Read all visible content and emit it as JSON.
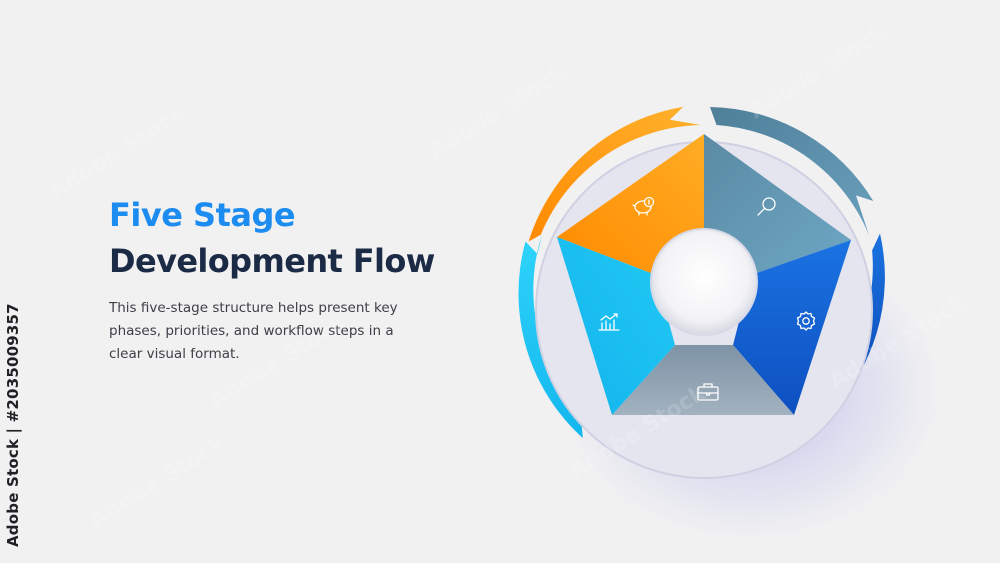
{
  "title": {
    "line1": "Five Stage",
    "line2": "Development Flow"
  },
  "description": "This five-stage structure helps present key phases, priorities, and workflow steps in a clear visual format.",
  "credit": "Adobe Stock | #2035009357",
  "watermark": "Adobe Stock",
  "colors": {
    "background": "#f1f1f2",
    "title_accent": "#1c8cf0",
    "title_dark": "#1b2a45"
  },
  "stages": [
    {
      "icon": "piggy-bank-icon",
      "color": "#ff9f14"
    },
    {
      "icon": "magnifier-icon",
      "color": "#5e93b0"
    },
    {
      "icon": "gear-icon",
      "color": "#1664d2"
    },
    {
      "icon": "briefcase-icon",
      "color": "#8fa2b3"
    },
    {
      "icon": "growth-chart-icon",
      "color": "#18c2f0"
    }
  ]
}
